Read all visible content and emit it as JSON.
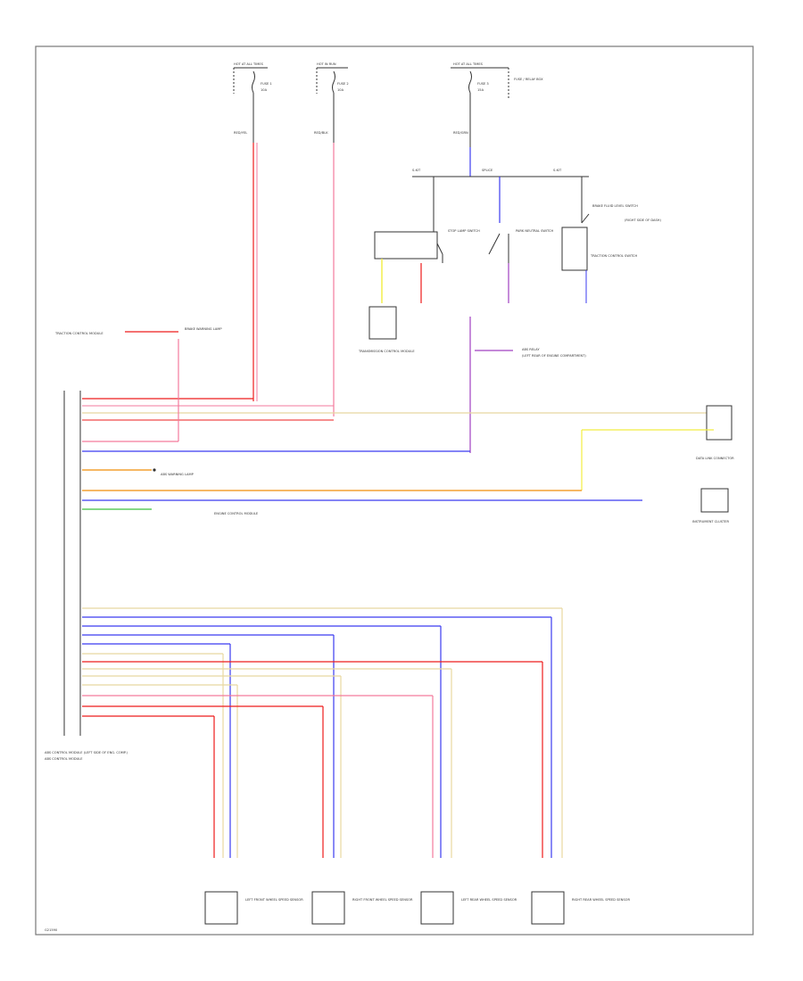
{
  "fuses": [
    {
      "id": "fuse-1",
      "bus": "HOT AT ALL TIMES",
      "name": "FUSE 1",
      "rating": "10A"
    },
    {
      "id": "fuse-2",
      "bus": "HOT IN RUN",
      "name": "FUSE 2",
      "rating": "10A"
    },
    {
      "id": "fuse-3",
      "bus": "HOT AT ALL TIMES",
      "name": "FUSE 3",
      "rating": "15A"
    }
  ],
  "fuse_box_label": "FUSE / RELAY BOX",
  "wire_codes": {
    "fuse1_out": "RED/YEL",
    "fuse2_out": "RED/BLK",
    "fuse3_out": "RED/GRN"
  },
  "switches": {
    "left_label": "STOP LAMP SWITCH",
    "middle_label": "PARK NEUTRAL SWITCH",
    "right_label": "BRAKE FLUID LEVEL SWITCH",
    "right_sub": "TRACTION CONTROL SWITCH",
    "far_right_note": "(RIGHT SIDE OF DASH)"
  },
  "components": {
    "transmission_control_module": "TRANSMISSION CONTROL MODULE",
    "traction_control_module": "TRACTION CONTROL MODULE",
    "abs_relay": "ABS RELAY",
    "abs_relay_sub": "(LEFT REAR OF ENGINE COMPARTMENT)",
    "brake_warning": "BRAKE WARNING LAMP",
    "warning_lamp": "ABS WARNING LAMP",
    "instrument_cluster": "INSTRUMENT CLUSTER",
    "data_link": "DATA LINK CONNECTOR",
    "ecm": "ENGINE CONTROL MODULE",
    "abs_module_side": "ABS CONTROL MODULE (LEFT SIDE OF ENG. COMP.)",
    "abs_module_bottom": "ABS CONTROL MODULE",
    "sensor_lf": "LEFT FRONT WHEEL SPEED SENSOR",
    "sensor_rf": "RIGHT FRONT WHEEL SPEED SENSOR",
    "sensor_lr": "LEFT REAR WHEEL SPEED SENSOR",
    "sensor_rr": "RIGHT REAR WHEEL SPEED SENSOR"
  },
  "footer_code": "G21590",
  "colors": {
    "red": "#ee1c1c",
    "pink": "#f37a9c",
    "blue": "#3b3bf0",
    "purple": "#a040c0",
    "yellow": "#f2ee40",
    "orange": "#f4a030",
    "tan": "#e8d8a0",
    "green": "#3cc03c",
    "black": "#333333"
  }
}
